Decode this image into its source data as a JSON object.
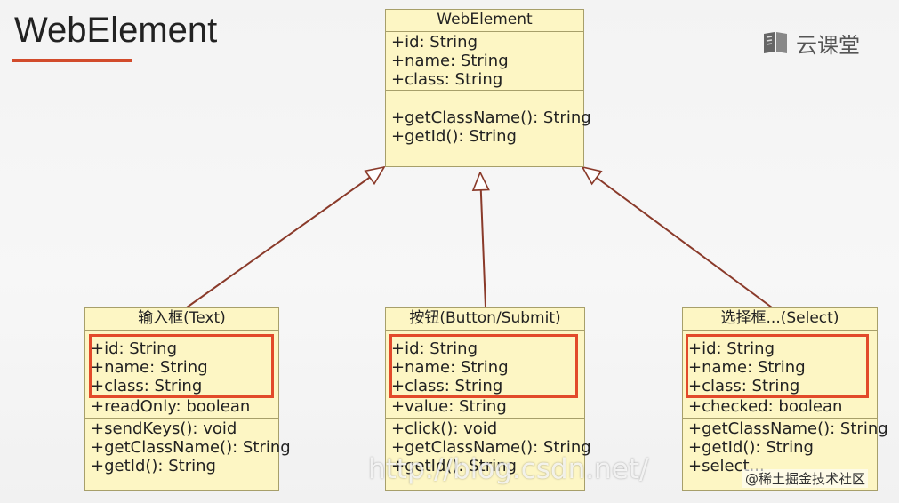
{
  "slide": {
    "title": "WebElement"
  },
  "logo": {
    "text": "云课堂",
    "icon": "book-icon"
  },
  "colors": {
    "box_fill": "#fdf6c4",
    "box_border": "#a79f6a",
    "highlight": "#e24a2a",
    "accent": "#d24b2b",
    "connector": "#8a3a2a"
  },
  "classes": {
    "webelement": {
      "name": "WebElement",
      "attributes": [
        "+id: String",
        "+name: String",
        "+class: String"
      ],
      "methods": [
        "+getClassName(): String",
        "+getId(): String"
      ]
    },
    "text_input": {
      "name": "输入框(Text)",
      "attributes": [
        "+id: String",
        "+name: String",
        "+class: String",
        "+readOnly:  boolean"
      ],
      "methods": [
        "+sendKeys(): void",
        "+getClassName(): String",
        "+getId(): String"
      ]
    },
    "button": {
      "name": "按钮(Button/Submit)",
      "attributes": [
        "+id: String",
        "+name: String",
        "+class: String",
        "+value: String"
      ],
      "methods": [
        "+click(): void",
        "+getClassName(): String",
        "+getId(): String"
      ]
    },
    "select": {
      "name": "选择框...(Select)",
      "attributes": [
        "+id: String",
        "+name: String",
        "+class: String",
        "+checked: boolean"
      ],
      "methods": [
        "+getClassName(): String",
        "+getId(): String",
        "+select..."
      ]
    }
  },
  "watermark": {
    "text": "http://blog.csdn.net/"
  },
  "community": {
    "text": "@稀土掘金技术社区"
  }
}
